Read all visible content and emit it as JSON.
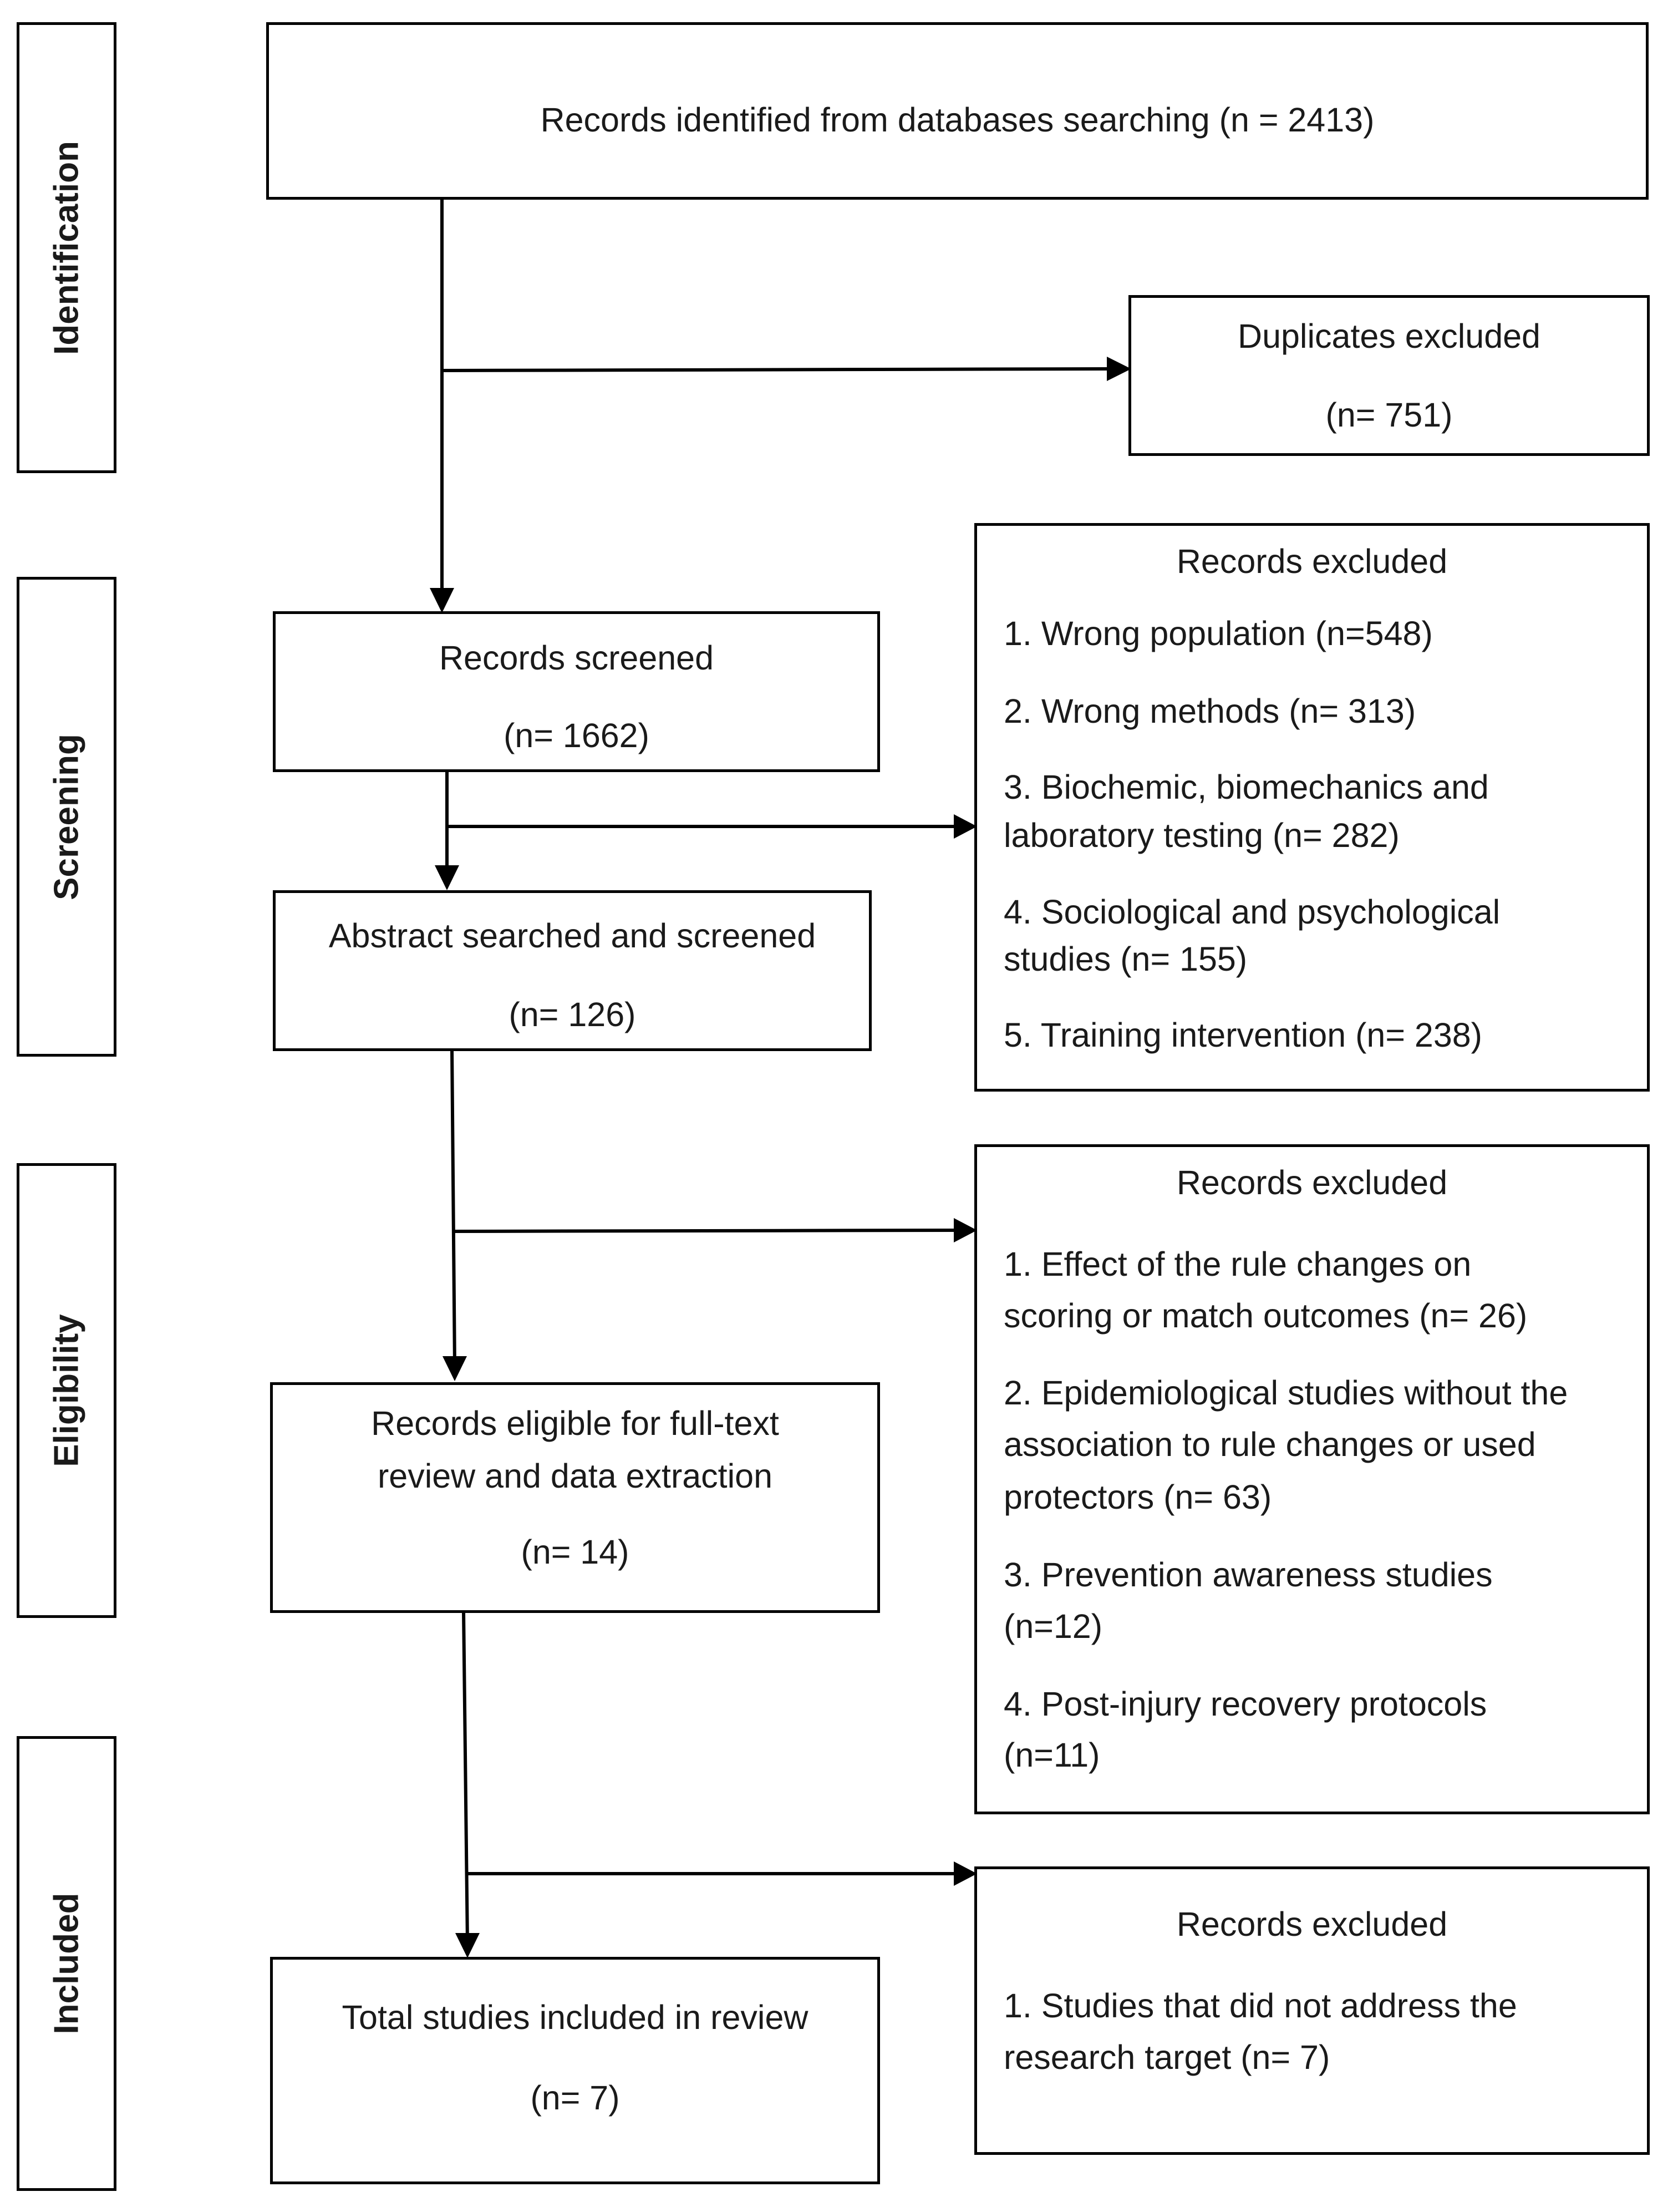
{
  "stages": {
    "identification": "Identification",
    "screening": "Screening",
    "eligibility": "Eligibility",
    "included": "Included"
  },
  "main": {
    "identified": "Records identified from databases searching (n = 2413)",
    "screened_title": "Records screened",
    "screened_n": "(n= 1662)",
    "abstract_title": "Abstract searched and screened",
    "abstract_n": "(n= 126)",
    "eligible_line1": "Records eligible for full-text",
    "eligible_line2": "review and data extraction",
    "eligible_n": "(n= 14)",
    "included_title": "Total studies included in review",
    "included_n": "(n= 7)"
  },
  "duplicates": {
    "title": "Duplicates excluded",
    "n": "(n= 751)"
  },
  "excluded_screening": {
    "title": "Records excluded",
    "items": [
      "1. Wrong population (n=548)",
      "2. Wrong methods (n= 313)",
      "3. Biochemic, biomechanics and",
      "laboratory testing (n= 282)",
      "4. Sociological and psychological",
      "studies (n= 155)",
      "5. Training intervention (n= 238)"
    ]
  },
  "excluded_eligibility": {
    "title": "Records excluded",
    "items": [
      "1. Effect of the rule changes on",
      "scoring or match outcomes (n= 26)",
      "2. Epidemiological studies without the",
      "association to rule changes or used",
      "protectors (n= 63)",
      "3. Prevention awareness studies",
      "(n=12)",
      "4. Post-injury recovery protocols",
      "(n=11)"
    ]
  },
  "excluded_included": {
    "title": "Records excluded",
    "items": [
      "1. Studies that did not address the",
      "research target (n= 7)"
    ]
  }
}
